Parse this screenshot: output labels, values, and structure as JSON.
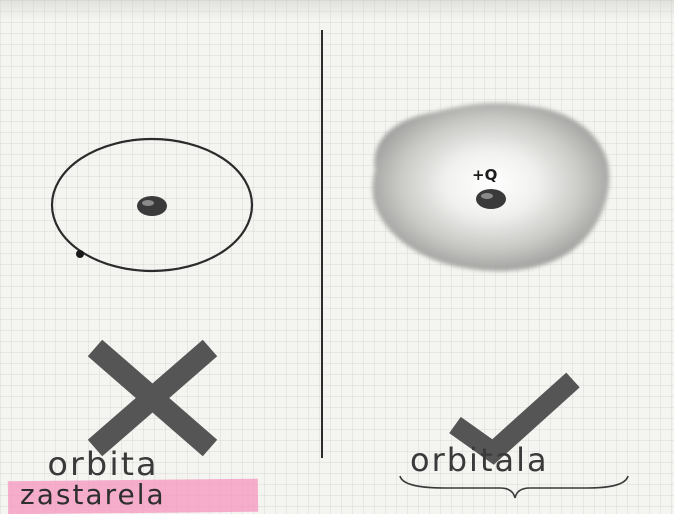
{
  "left_panel": {
    "model": "bohr-orbit",
    "label": "orbita",
    "note": "zastarela",
    "verdict": "x-mark",
    "note_highlight_color": "#f596be"
  },
  "right_panel": {
    "model": "electron-cloud",
    "charge_label": "+Q",
    "label": "orbitala",
    "verdict": "check-mark"
  },
  "colors": {
    "ink": "#2b2b2b",
    "mark_fill": "#555555",
    "paper": "#f4f4f1"
  }
}
